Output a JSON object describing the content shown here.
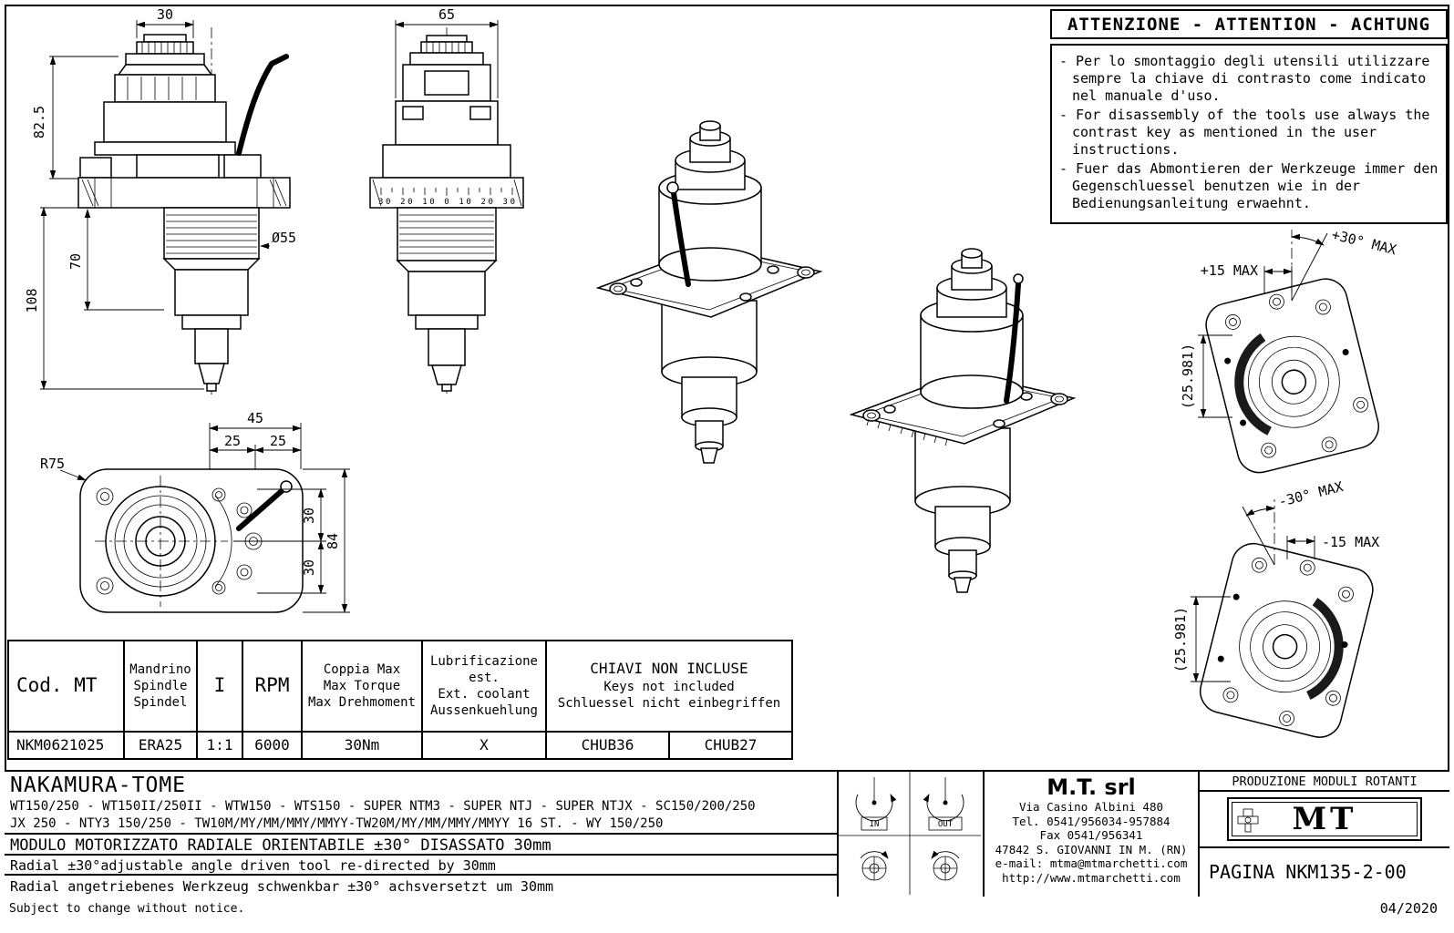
{
  "colors": {
    "line": "#000000",
    "background": "#ffffff"
  },
  "sheet": {
    "footer_note": "Subject to change without notice.",
    "footer_date": "04/2020"
  },
  "attention": {
    "title": "ATTENZIONE - ATTENTION - ACHTUNG",
    "notes": [
      "- Per lo smontaggio degli utensili utilizzare sempre la chiave di contrasto come indicato nel manuale d'uso.",
      "- For disassembly of the tools use always the contrast key as mentioned in the user instructions.",
      "- Fuer das Abmontieren der Werkzeuge immer den Gegenschluessel benutzen wie in der Bedienungsanleitung erwaehnt."
    ]
  },
  "views": {
    "front": {
      "width": "30",
      "height_upper": "82.5",
      "height_mid": "70",
      "height_lower": "108",
      "diameter": "Ø55"
    },
    "side": {
      "width": "65",
      "scale": "30 20 10 0 10 20 30"
    },
    "top": {
      "width_total": "45",
      "width_left": "25",
      "width_right": "25",
      "radius": "R75",
      "height_upper": "30",
      "height_lower": "30",
      "height_total": "84"
    },
    "swivel_plus": {
      "angle": "+30° MAX",
      "offset": "+15 MAX",
      "depth": "(25.981)"
    },
    "swivel_minus": {
      "angle": "-30° MAX",
      "offset": "-15 MAX",
      "depth": "(25.981)"
    }
  },
  "spec_table": {
    "col_cod": "Cod. MT",
    "col_spindle": [
      "Mandrino",
      "Spindle",
      "Spindel"
    ],
    "col_ratio": "I",
    "col_rpm": "RPM",
    "col_torque": [
      "Coppia Max",
      "Max Torque",
      "Max Drehmoment"
    ],
    "col_coolant": [
      "Lubrificazione est.",
      "Ext. coolant",
      "Aussenkuehlung"
    ],
    "col_keys": [
      "CHIAVI NON INCLUSE",
      "Keys not included",
      "Schluessel nicht einbegriffen"
    ],
    "row": {
      "cod": "NKM0621025",
      "spindle": "ERA25",
      "ratio": "1:1",
      "rpm": "6000",
      "torque": "30Nm",
      "coolant": "X",
      "key1": "CHUB36",
      "key2": "CHUB27"
    }
  },
  "rotation": {
    "in": "IN",
    "out": "OUT"
  },
  "title_block": {
    "brand": "NAKAMURA-TOME",
    "machines_line1": "WT150/250 - WT150II/250II - WTW150 - WTS150 - SUPER NTM3 - SUPER NTJ - SUPER NTJX - SC150/200/250",
    "machines_line2": "JX 250 - NTY3 150/250 - TW10M/MY/MM/MMY/MMYY-TW20M/MY/MM/MMY/MMYY 16 ST. - WY 150/250",
    "description_it": "MODULO MOTORIZZATO RADIALE ORIENTABILE ±30° DISASSATO 30mm",
    "description_en": "Radial ±30°adjustable angle driven tool re-directed by 30mm",
    "description_de": "Radial angetriebenes Werkzeug schwenkbar ±30° achsversetzt um 30mm"
  },
  "company": {
    "name": "M.T. srl",
    "address": "Via Casino Albini 480",
    "phone": "Tel. 0541/956034-957884",
    "fax": "Fax 0541/956341",
    "city": "47842 S. GIOVANNI IN M. (RN)",
    "email": "e-mail: mtma@mtmarchetti.com",
    "website": "http://www.mtmarchetti.com"
  },
  "production": {
    "header": "PRODUZIONE MODULI ROTANTI",
    "logo": "MT",
    "page": "PAGINA NKM135-2-00"
  }
}
